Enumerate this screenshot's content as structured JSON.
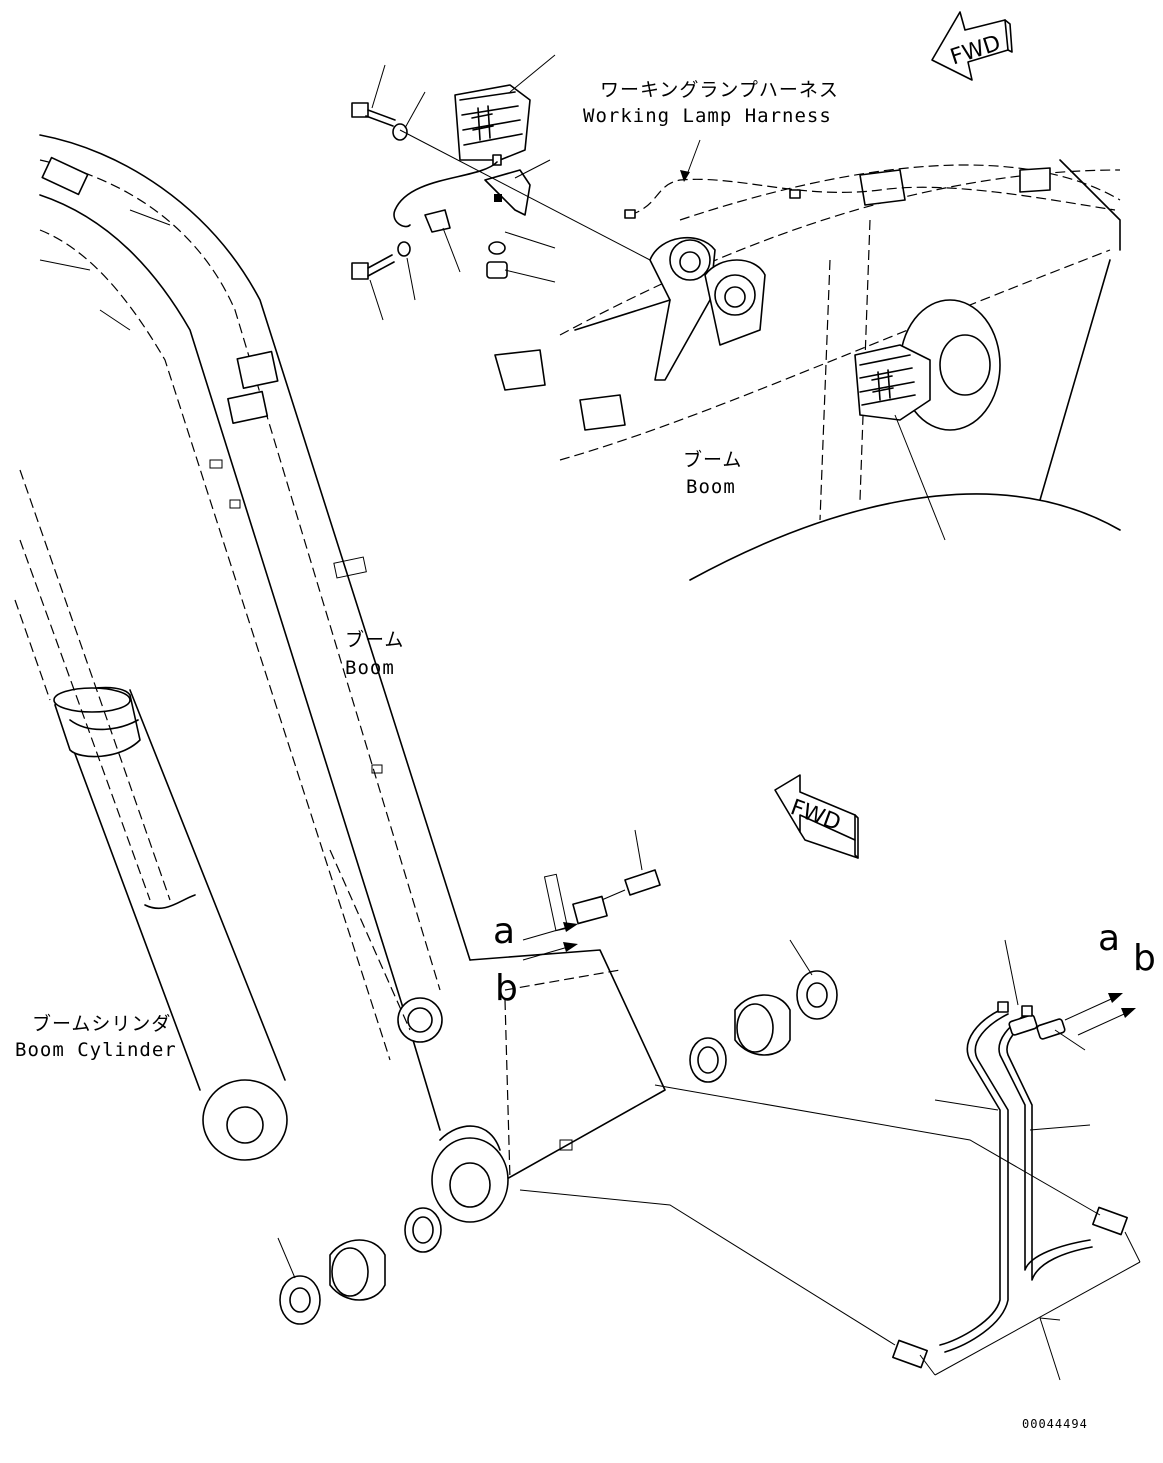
{
  "labels": {
    "working_lamp_harness_jp": "ワーキングランプハーネス",
    "working_lamp_harness_en": "Working Lamp Harness",
    "boom_upper_jp": "ブーム",
    "boom_upper_en": "Boom",
    "boom_mid_jp": "ブーム",
    "boom_mid_en": "Boom",
    "boom_cylinder_jp": "ブームシリンダ",
    "boom_cylinder_en": "Boom Cylinder",
    "fwd_top": "FWD",
    "fwd_mid": "FWD",
    "ref_a_left": "a",
    "ref_b_left": "b",
    "ref_a_right": "a",
    "ref_b_right": "b",
    "doc_number": "00044494"
  }
}
